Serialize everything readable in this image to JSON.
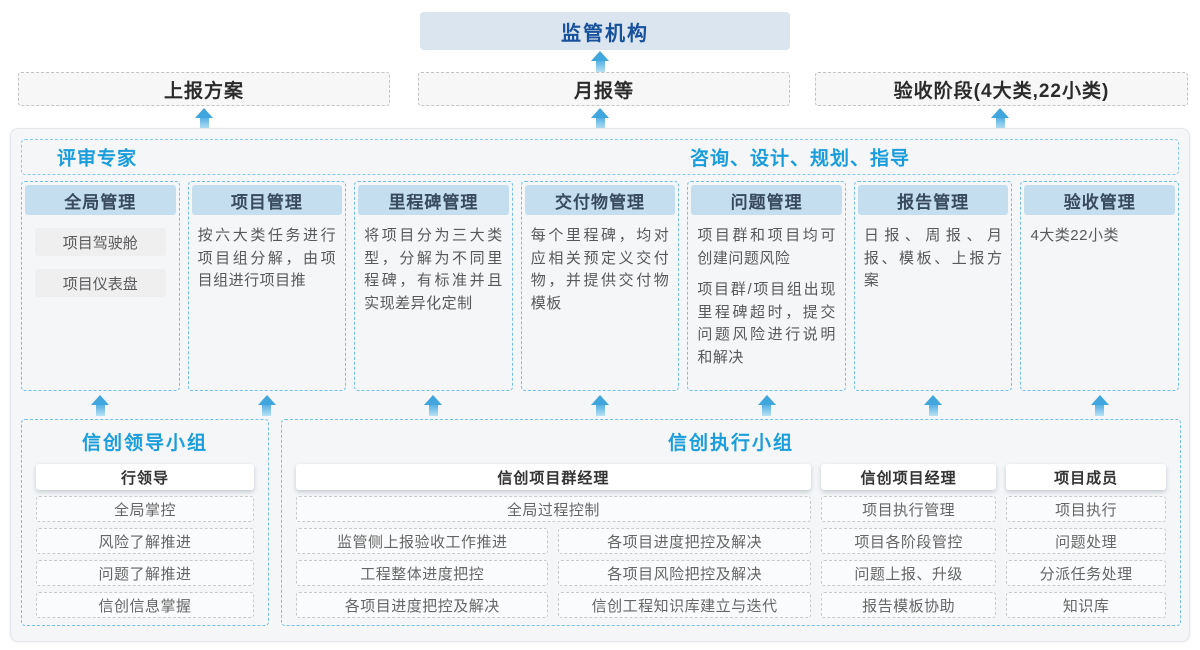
{
  "top": {
    "regulator": "监管机构"
  },
  "report_row": {
    "plan": "上报方案",
    "monthly": "月报等",
    "acceptance": "验收阶段(4大类,22小类)"
  },
  "advisor_bar": {
    "left_label": "评审专家",
    "right_label": "咨询、设计、规划、指导"
  },
  "columns": [
    {
      "title": "全局管理",
      "chips": [
        "项目驾驶舱",
        "项目仪表盘"
      ]
    },
    {
      "title": "项目管理",
      "paragraphs": [
        "按六大类任务进行项目组分解，由项目组进行项目推"
      ]
    },
    {
      "title": "里程碑管理",
      "paragraphs": [
        "将项目分为三大类型，分解为不同里程碑，有标准并且实现差异化定制"
      ]
    },
    {
      "title": "交付物管理",
      "paragraphs": [
        "每个里程碑，均对应相关预定义交付物，并提供交付物模板"
      ]
    },
    {
      "title": "问题管理",
      "paragraphs": [
        "项目群和项目均可创建问题风险",
        "项目群/项目组出现里程碑超时，提交问题风险进行说明和解决"
      ]
    },
    {
      "title": "报告管理",
      "paragraphs": [
        "日报、周报、月报、模板、上报方案"
      ]
    },
    {
      "title": "验收管理",
      "paragraphs": [
        "4大类22小类"
      ]
    }
  ],
  "leader_group": {
    "title": "信创领导小组",
    "role": "行领导",
    "items": [
      "全局掌控",
      "风险了解推进",
      "问题了解推进",
      "信创信息掌握"
    ]
  },
  "exec_group": {
    "title": "信创执行小组",
    "pgm": {
      "role": "信创项目群经理",
      "full_item": "全局过程控制",
      "col_a": [
        "监管侧上报验收工作推进",
        "工程整体进度把控",
        "各项目进度把控及解决"
      ],
      "col_b": [
        "各项目进度把控及解决",
        "各项目风险把控及解决",
        "信创工程知识库建立与迭代"
      ]
    },
    "pm": {
      "role": "信创项目经理",
      "items": [
        "项目执行管理",
        "项目各阶段管控",
        "问题上报、升级",
        "报告模板协助"
      ]
    },
    "member": {
      "role": "项目成员",
      "items": [
        "项目执行",
        "问题处理",
        "分派任务处理",
        "知识库"
      ]
    }
  },
  "colors": {
    "accent_blue": "#1b9ddb",
    "navy_text": "#17519c",
    "regulator_bg": "#dbe5f0",
    "column_header_bg": "#c4ddef",
    "dashed_blue": "#74bfe6",
    "arrow_blue": "#41a5de",
    "container_bg": "#f4f6f8"
  }
}
